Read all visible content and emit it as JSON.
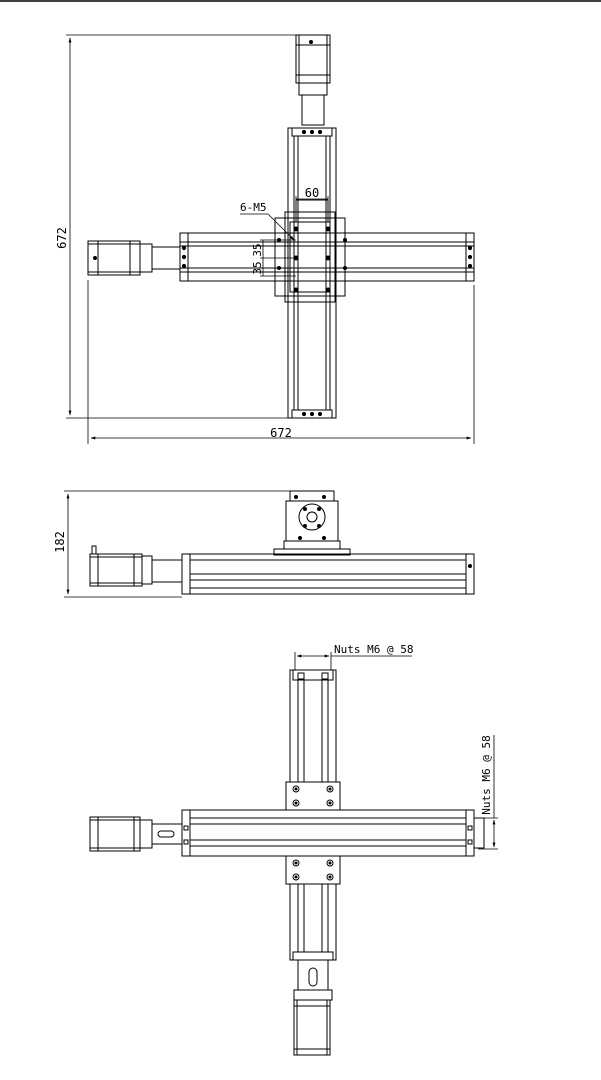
{
  "top_view": {
    "overall_height": "672",
    "overall_width": "672",
    "slider_width": "60",
    "holes_label": "6-M5",
    "hole_spacing_1": "35",
    "hole_spacing_2": "35"
  },
  "front_view": {
    "overall_height": "182"
  },
  "bottom_view": {
    "nuts_top_label": "Nuts M6 @ 58",
    "nuts_side_label": "Nuts M6 @ 58"
  }
}
